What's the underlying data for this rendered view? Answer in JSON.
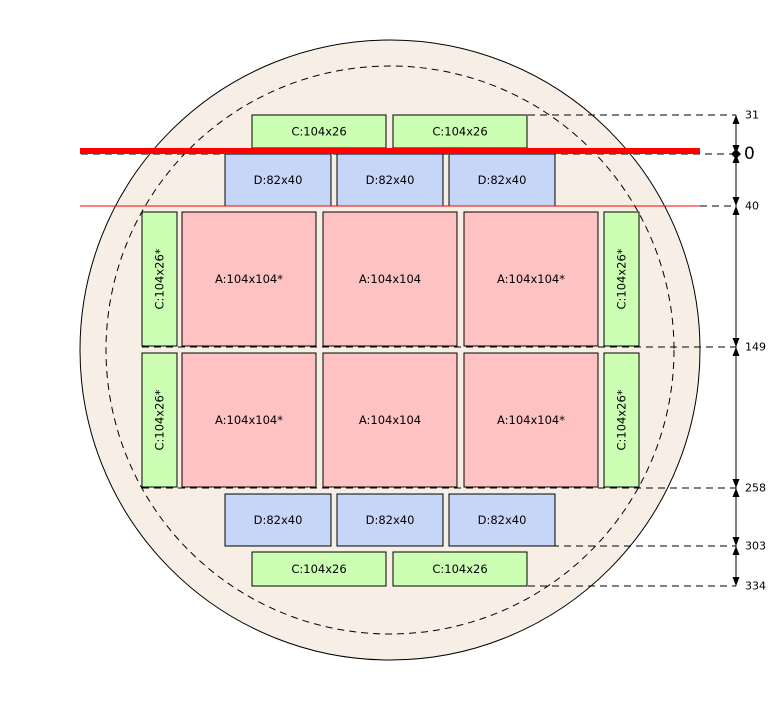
{
  "colors": {
    "wafer_fill": "#f7efe5",
    "wafer_stroke": "#000000",
    "tile_A": "#ffc2c2",
    "tile_C": "#ccffb3",
    "tile_D": "#c5d6f8",
    "cut_line": "#ff0000"
  },
  "tiles": [
    {
      "kind": "C",
      "label": "C:104x26"
    },
    {
      "kind": "C",
      "label": "C:104x26"
    },
    {
      "kind": "D",
      "label": "D:82x40"
    },
    {
      "kind": "D",
      "label": "D:82x40"
    },
    {
      "kind": "D",
      "label": "D:82x40"
    },
    {
      "kind": "C",
      "label": "C:104x26*",
      "rotated": true
    },
    {
      "kind": "A",
      "label": "A:104x104*"
    },
    {
      "kind": "A",
      "label": "A:104x104"
    },
    {
      "kind": "A",
      "label": "A:104x104*"
    },
    {
      "kind": "C",
      "label": "C:104x26*",
      "rotated": true
    },
    {
      "kind": "C",
      "label": "C:104x26*",
      "rotated": true
    },
    {
      "kind": "A",
      "label": "A:104x104*"
    },
    {
      "kind": "A",
      "label": "A:104x104"
    },
    {
      "kind": "A",
      "label": "A:104x104*"
    },
    {
      "kind": "C",
      "label": "C:104x26*",
      "rotated": true
    },
    {
      "kind": "D",
      "label": "D:82x40"
    },
    {
      "kind": "D",
      "label": "D:82x40"
    },
    {
      "kind": "D",
      "label": "D:82x40"
    },
    {
      "kind": "C",
      "label": "C:104x26"
    },
    {
      "kind": "C",
      "label": "C:104x26"
    }
  ],
  "ruler_ticks": [
    "31",
    "0",
    "40",
    "149",
    "258",
    "303",
    "334"
  ]
}
